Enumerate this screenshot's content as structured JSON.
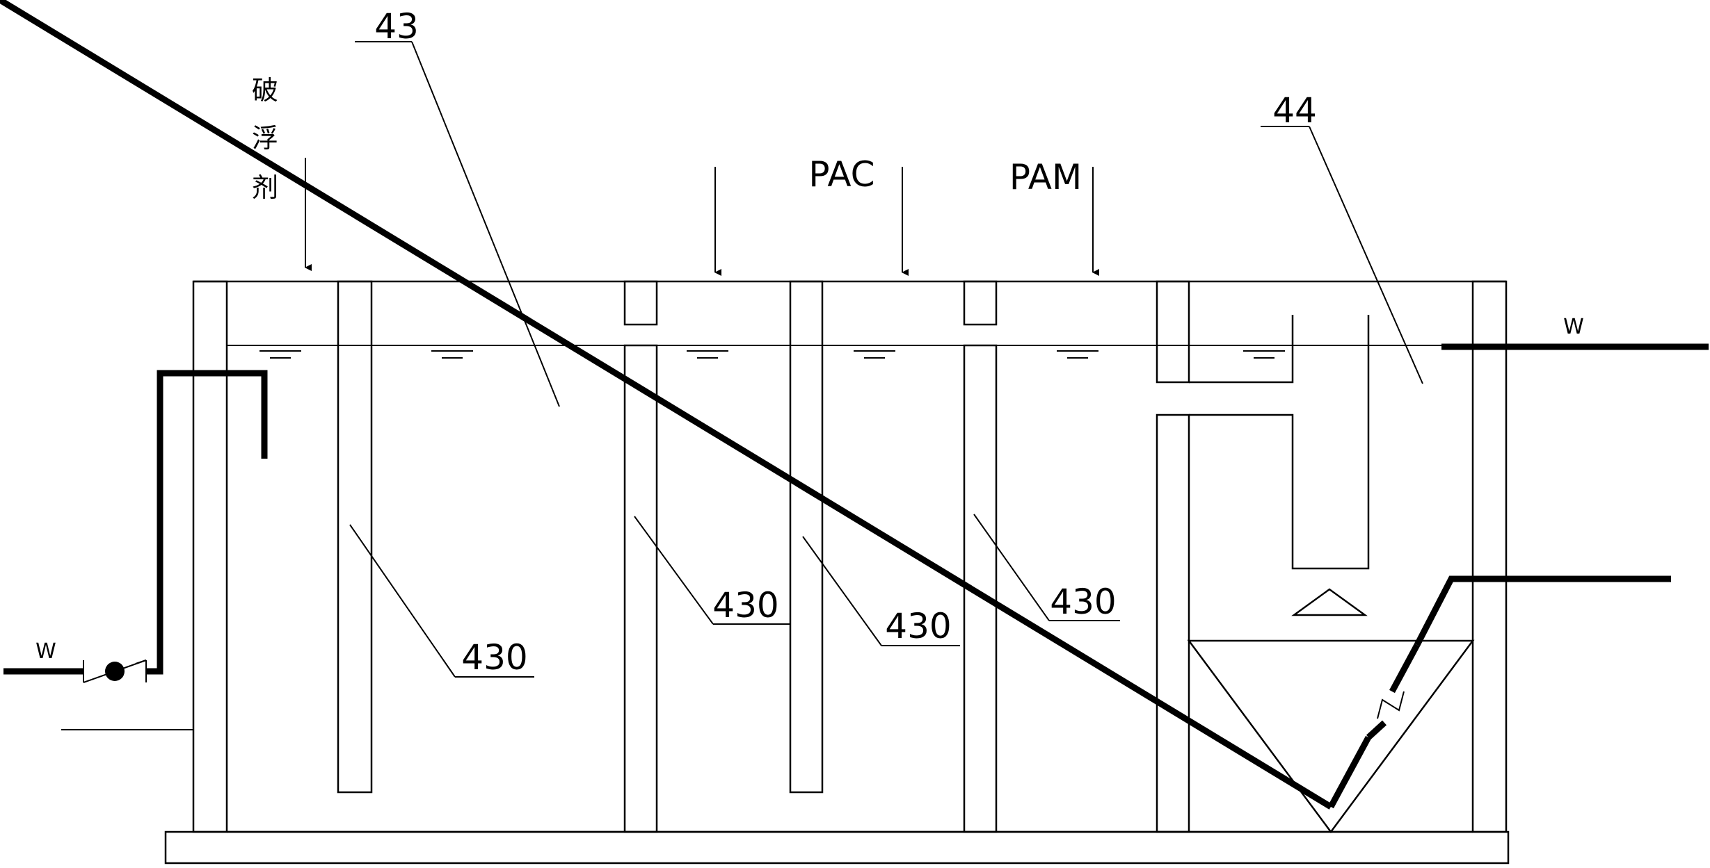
{
  "labels": {
    "ref_43": "43",
    "ref_44": "44",
    "baffle_1": "430",
    "baffle_2": "430",
    "baffle_3": "430",
    "baffle_4": "430"
  },
  "dosing": {
    "demulsifier_char_1": "破",
    "demulsifier_char_2": "浮",
    "demulsifier_char_3": "剂",
    "pac": "PAC",
    "pam": "PAM"
  },
  "flow": {
    "inlet": "W",
    "outlet": "W"
  }
}
